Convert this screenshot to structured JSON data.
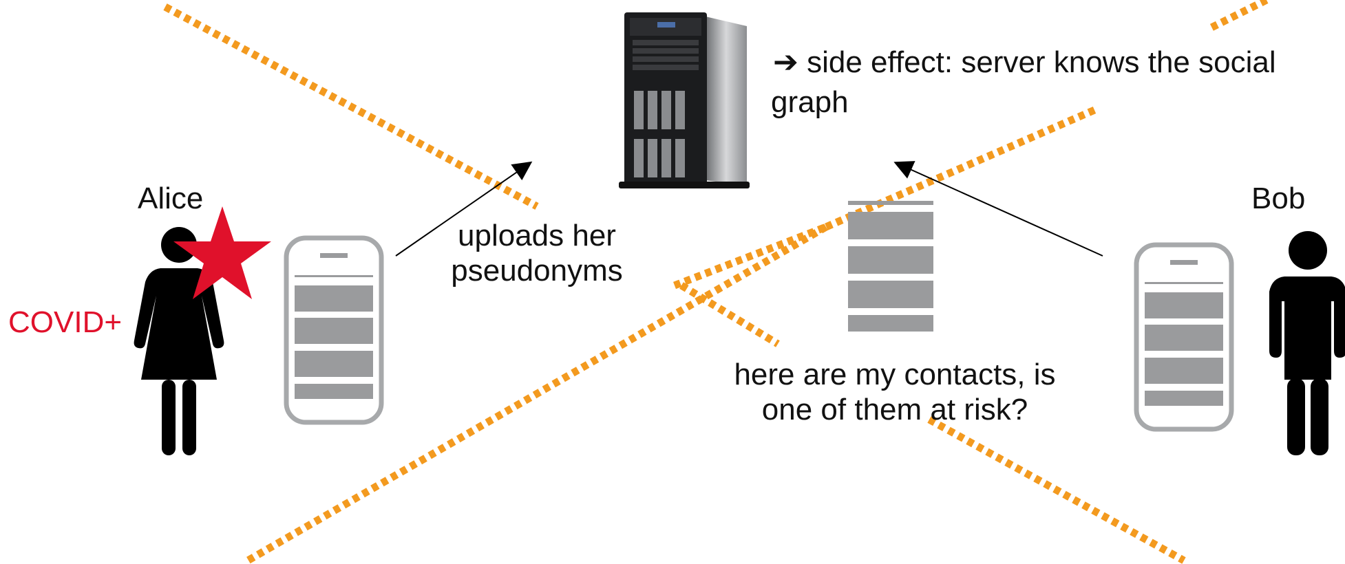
{
  "alice": {
    "name": "Alice",
    "status": "COVID+"
  },
  "bob": {
    "name": "Bob"
  },
  "server": {
    "note_arrow": "➔",
    "note_line1": "side effect: server knows the social",
    "note_line2": "graph"
  },
  "upload": {
    "line1": "uploads her",
    "line2": "pseudonyms"
  },
  "query": {
    "line1": "here are my contacts, is",
    "line2": "one of them at risk?"
  },
  "colors": {
    "cross": "#f39a1f",
    "covid": "#e0112b",
    "device_gray": "#9a9b9d",
    "phone_outline": "#a7a9ab"
  },
  "icons": [
    "server-tower-icon",
    "person-female-icon",
    "person-male-icon",
    "star-icon",
    "smartphone-icon",
    "data-stack-icon"
  ]
}
